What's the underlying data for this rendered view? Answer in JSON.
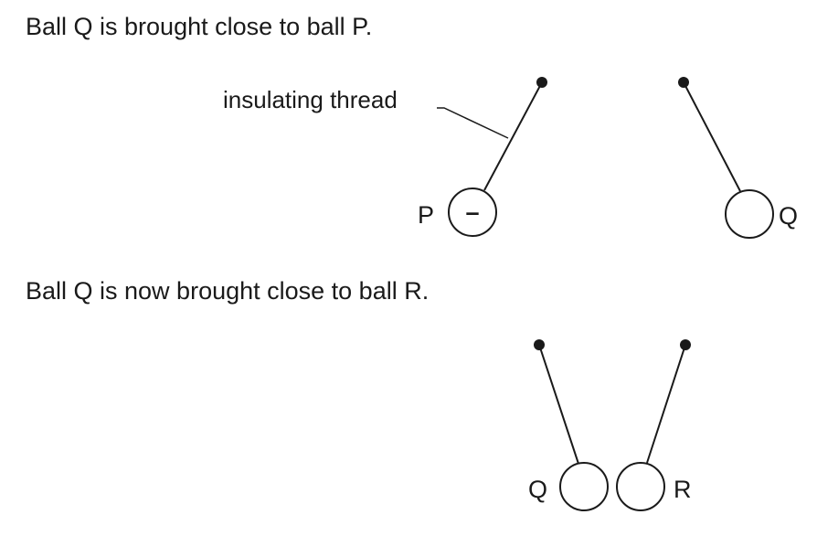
{
  "text": {
    "sentence_1": "Ball Q is brought close to ball P.",
    "sentence_2": "Ball Q is now brought close to ball R."
  },
  "diagram_1": {
    "thread_label": "insulating thread",
    "ball_p_label": "P",
    "ball_p_charge": "–",
    "ball_q_label": "Q"
  },
  "diagram_2": {
    "ball_q_label": "Q",
    "ball_r_label": "R"
  }
}
